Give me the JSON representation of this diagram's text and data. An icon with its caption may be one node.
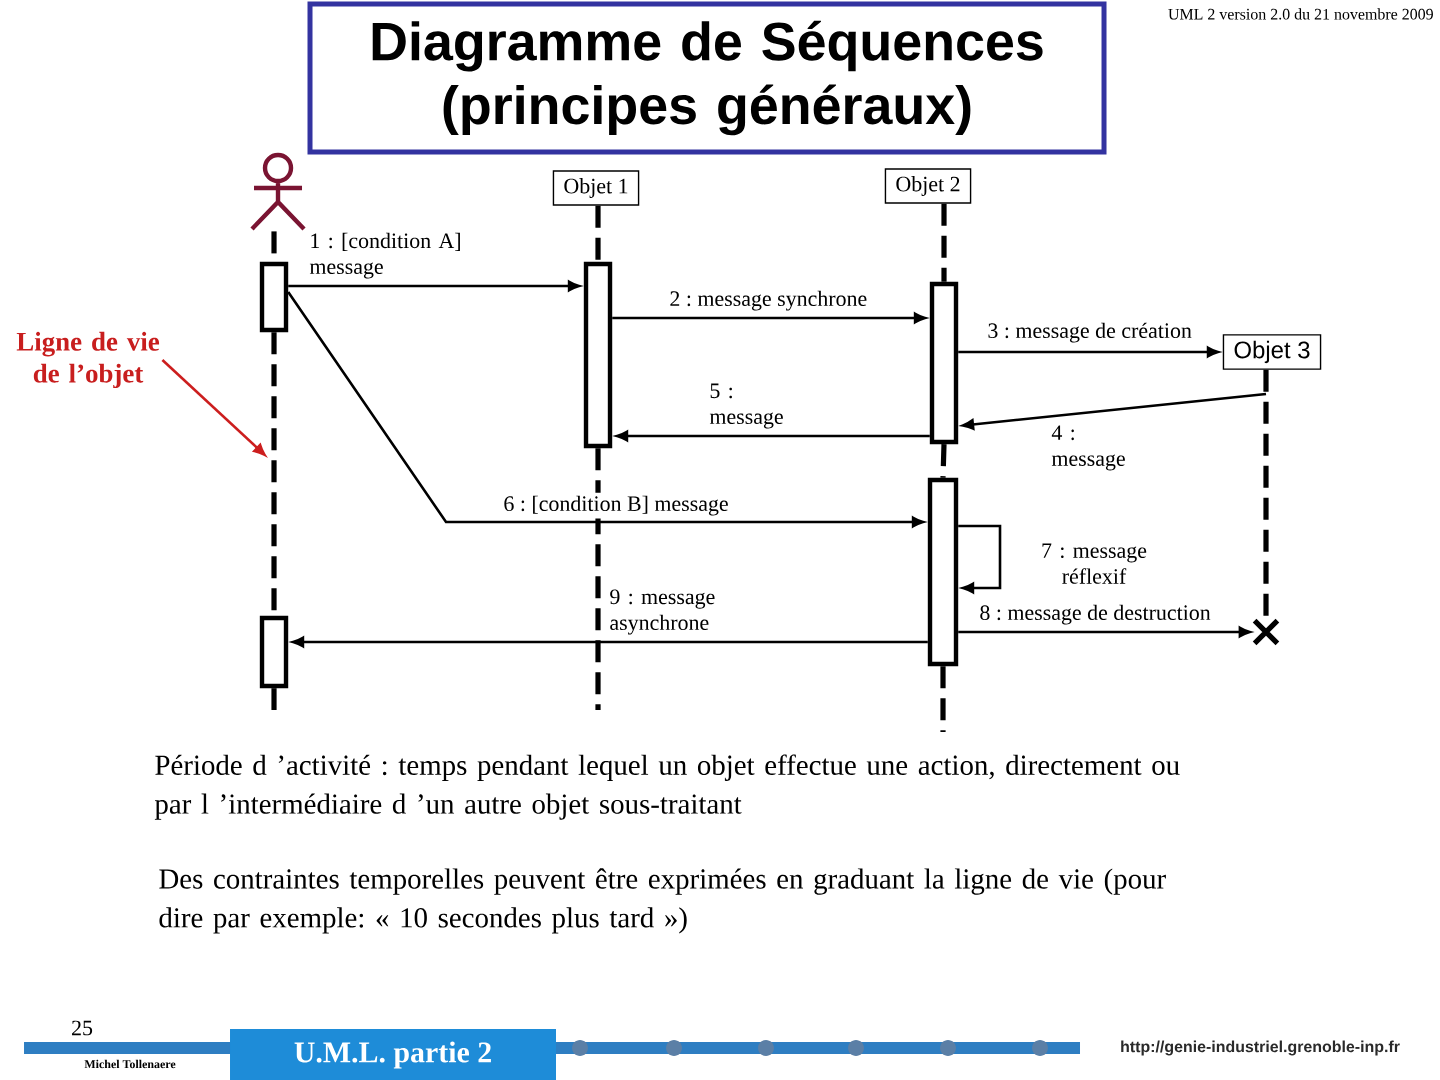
{
  "diagram": {
    "title": "Diagramme de Séquences (principes généraux)",
    "nodes": [
      {
        "text": [],
        "shape": "person"
      },
      {
        "text": [
          "Objet 1"
        ]
      },
      {
        "text": [
          "Objet 2"
        ]
      },
      {
        "text": [],
        "shape": "bar"
      },
      {
        "text": [],
        "shape": "bar"
      },
      {
        "text": [],
        "shape": "bar"
      },
      {
        "text": [
          "Ligne de vie de l’objet"
        ]
      },
      {
        "text": [
          "Objet 3"
        ]
      },
      {
        "text": [],
        "shape": "bar"
      },
      {
        "text": [],
        "shape": "bar"
      },
      {
        "text": [],
        "shape": "cross"
      },
      {
        "text": [
          "U.M.L. partie 2"
        ]
      }
    ],
    "edges": [
      {
        "from": 3,
        "to": 4,
        "arrow": "to",
        "label": "1 : [condition A] message"
      },
      {
        "from": 4,
        "to": 5,
        "arrow": "to",
        "label": "2 : message synchrone"
      },
      {
        "from": 5,
        "to": 7,
        "arrow": "to",
        "label": "3 : message de création"
      },
      {
        "from": null,
        "to": 5,
        "arrow": "to",
        "label": "4 : message"
      },
      {
        "from": 5,
        "to": 4,
        "arrow": "to",
        "label": "5 : message"
      },
      {
        "from": 3,
        "to": 8,
        "arrow": "to",
        "label": "6 : [condition B] message"
      },
      {
        "from": 8,
        "to": 8,
        "arrow": "to",
        "label": "7 : message réflexif"
      },
      {
        "from": 8,
        "to": 10,
        "arrow": "to",
        "label": "8 : message de destruction"
      },
      {
        "from": 8,
        "to": 9,
        "arrow": "to",
        "label": "9 : message asynchrone"
      },
      {
        "from": 0,
        "to": 3,
        "arrow": "none",
        "style": "dashed"
      },
      {
        "from": 3,
        "to": 9,
        "arrow": "none",
        "style": "dashed"
      },
      {
        "from": 9,
        "to": null,
        "arrow": "none",
        "style": "dashed"
      },
      {
        "from": 1,
        "to": 4,
        "arrow": "none",
        "style": "dashed"
      },
      {
        "from": 4,
        "to": null,
        "arrow": "none",
        "style": "dashed"
      },
      {
        "from": 2,
        "to": 5,
        "arrow": "none",
        "style": "dashed"
      },
      {
        "from": 5,
        "to": 8,
        "arrow": "none",
        "style": "dashed"
      },
      {
        "from": 8,
        "to": null,
        "arrow": "none",
        "style": "dashed"
      },
      {
        "from": 7,
        "to": 10,
        "arrow": "none",
        "style": "dashed"
      },
      {
        "from": 6,
        "to": null,
        "arrow": "to",
        "color": "#cc1e1e"
      }
    ],
    "labels": [
      "UML 2 version 2.0 du 21 novembre 2009",
      "Période d ’activité : temps pendant lequel un objet effectue une action, directement ou par l ’intermédiaire d ’un autre objet sous-traitant",
      "Des contraintes temporelles peuvent être exprimées en graduant la ligne de vie (pour dire par exemple: « 10 secondes plus tard »)",
      "25",
      "Michel Tollenaere",
      "http://genie-industriel.grenoble-inp.fr"
    ]
  }
}
